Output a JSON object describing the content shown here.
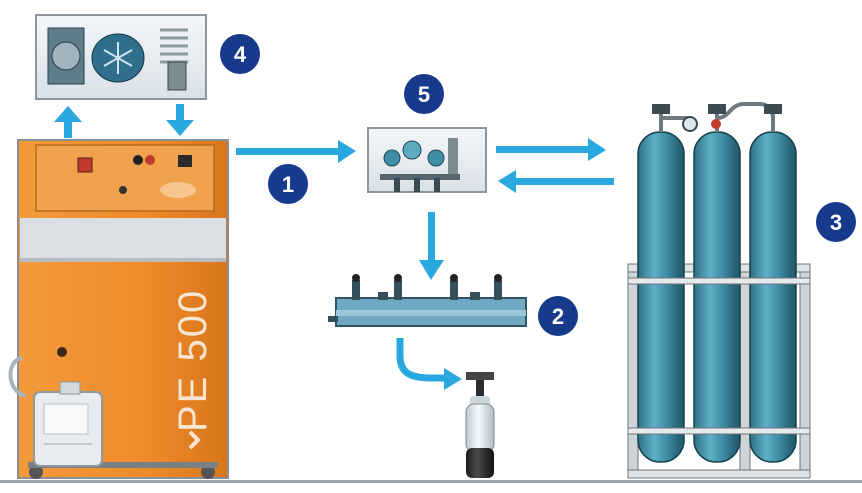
{
  "machine": {
    "label": "PE 500"
  },
  "badges": [
    "1",
    "2",
    "3",
    "4",
    "5"
  ],
  "colors": {
    "arrow": "#29a8df",
    "badge": "#173a8c",
    "machine_orange": "#ef8b2a",
    "cylinder": "#3f8fa6",
    "panel": "#e9eef2"
  }
}
